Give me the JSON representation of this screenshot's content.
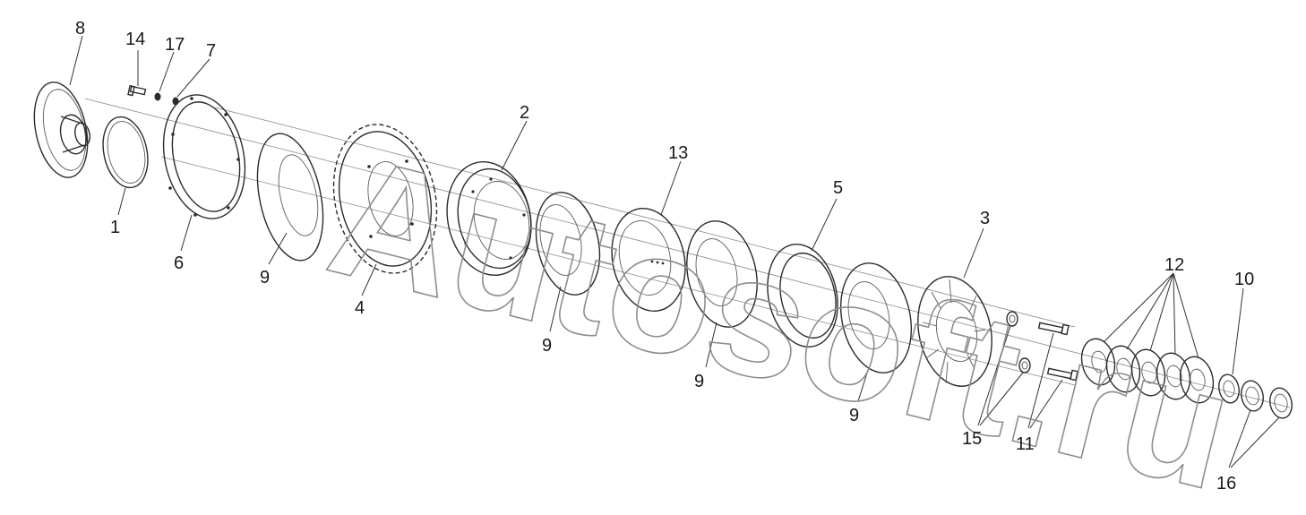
{
  "diagram": {
    "watermark": "Autosoft.ru",
    "labels": [
      {
        "id": "1",
        "text": "1"
      },
      {
        "id": "2",
        "text": "2"
      },
      {
        "id": "3",
        "text": "3"
      },
      {
        "id": "4",
        "text": "4"
      },
      {
        "id": "5",
        "text": "5"
      },
      {
        "id": "6",
        "text": "6"
      },
      {
        "id": "7",
        "text": "7"
      },
      {
        "id": "8",
        "text": "8"
      },
      {
        "id": "9a",
        "text": "9"
      },
      {
        "id": "9b",
        "text": "9"
      },
      {
        "id": "9c",
        "text": "9"
      },
      {
        "id": "9d",
        "text": "9"
      },
      {
        "id": "10",
        "text": "10"
      },
      {
        "id": "11",
        "text": "11"
      },
      {
        "id": "12",
        "text": "12"
      },
      {
        "id": "13",
        "text": "13"
      },
      {
        "id": "14",
        "text": "14"
      },
      {
        "id": "15",
        "text": "15"
      },
      {
        "id": "16",
        "text": "16"
      },
      {
        "id": "17",
        "text": "17"
      }
    ]
  }
}
